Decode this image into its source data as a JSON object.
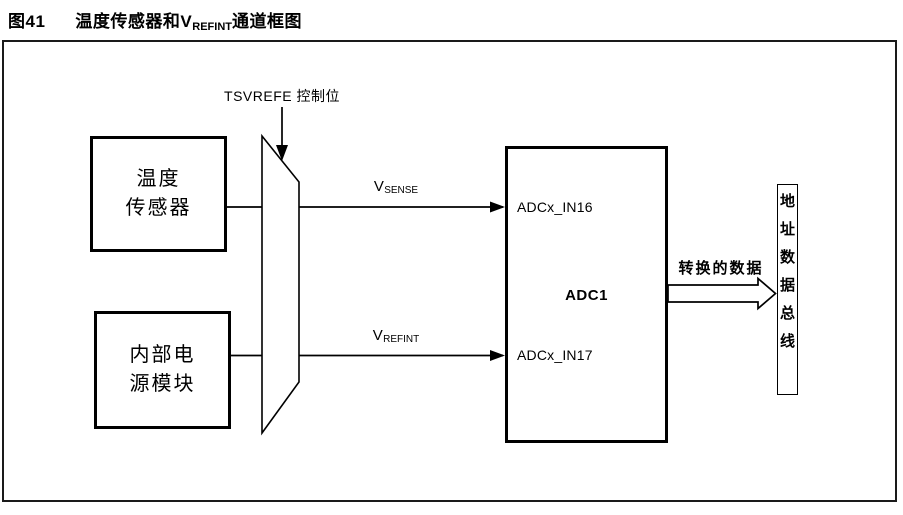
{
  "figure": {
    "label": "图41",
    "title_pre": "温度传感器和V",
    "title_sub": "REFINT",
    "title_post": "通道框图"
  },
  "diagram": {
    "control_label": "TSVREFE 控制位",
    "temp_sensor": {
      "line1": "温度",
      "line2": "传感器"
    },
    "power_module": {
      "line1": "内部电",
      "line2": "源模块"
    },
    "vsense": {
      "base": "V",
      "sub": "SENSE"
    },
    "vrefint": {
      "base": "V",
      "sub": "REFINT"
    },
    "adc": {
      "input_top": "ADCx_IN16",
      "name": "ADC1",
      "input_bottom": "ADCx_IN17"
    },
    "output_label": "转换的数据",
    "bus_label": "地址数据总线"
  },
  "colors": {
    "line": "#000000",
    "background": "#ffffff"
  }
}
